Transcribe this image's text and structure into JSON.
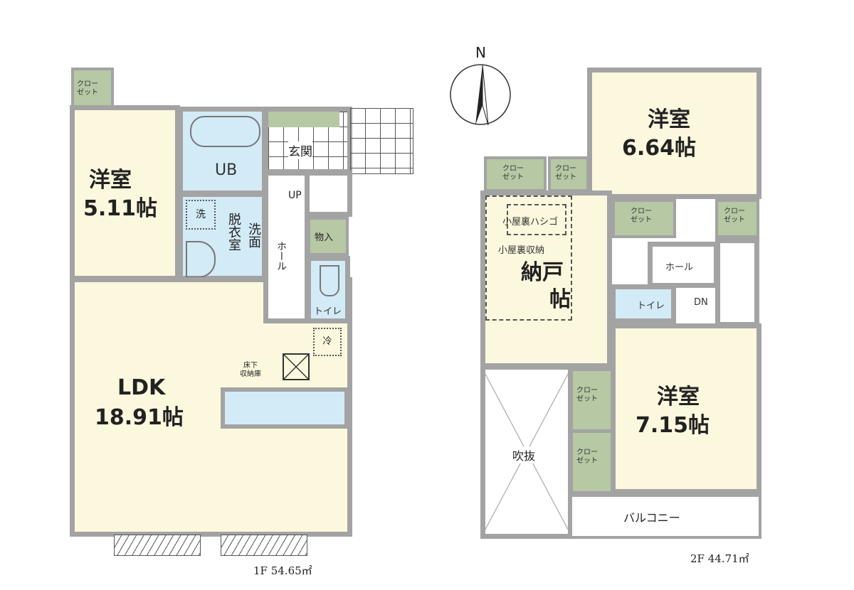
{
  "floor1": {
    "area_label": "1F  54.65㎡",
    "rooms": {
      "bedroom_label": "洋室",
      "bedroom_size": "5.11帖",
      "closet": "クロー\nゼット",
      "bath": "UB",
      "washer": "洗",
      "dressing": "脱衣室",
      "washbasin": "洗面",
      "entrance": "玄関",
      "stairs_up": "UP",
      "hall": "ホール",
      "storage": "物入",
      "toilet": "トイレ",
      "fridge": "冷",
      "underfloor": "床下\n収納庫",
      "ldk_label": "LDK",
      "ldk_size": "18.91帖"
    }
  },
  "floor2": {
    "area_label": "2F  44.71㎡",
    "north": "N",
    "rooms": {
      "bedroom1_label": "洋室",
      "bedroom1_size": "6.64帖",
      "closet": "クロー\nゼット",
      "attic_ladder": "小屋裏ハシゴ",
      "attic_storage": "小屋裏収納",
      "storeroom": "納戸",
      "storeroom_unit": "帖",
      "hall": "ホール",
      "toilet": "トイレ",
      "stairs_down": "DN",
      "bedroom2_label": "洋室",
      "bedroom2_size": "7.15帖",
      "void": "吹抜",
      "balcony": "バルコニー"
    }
  }
}
